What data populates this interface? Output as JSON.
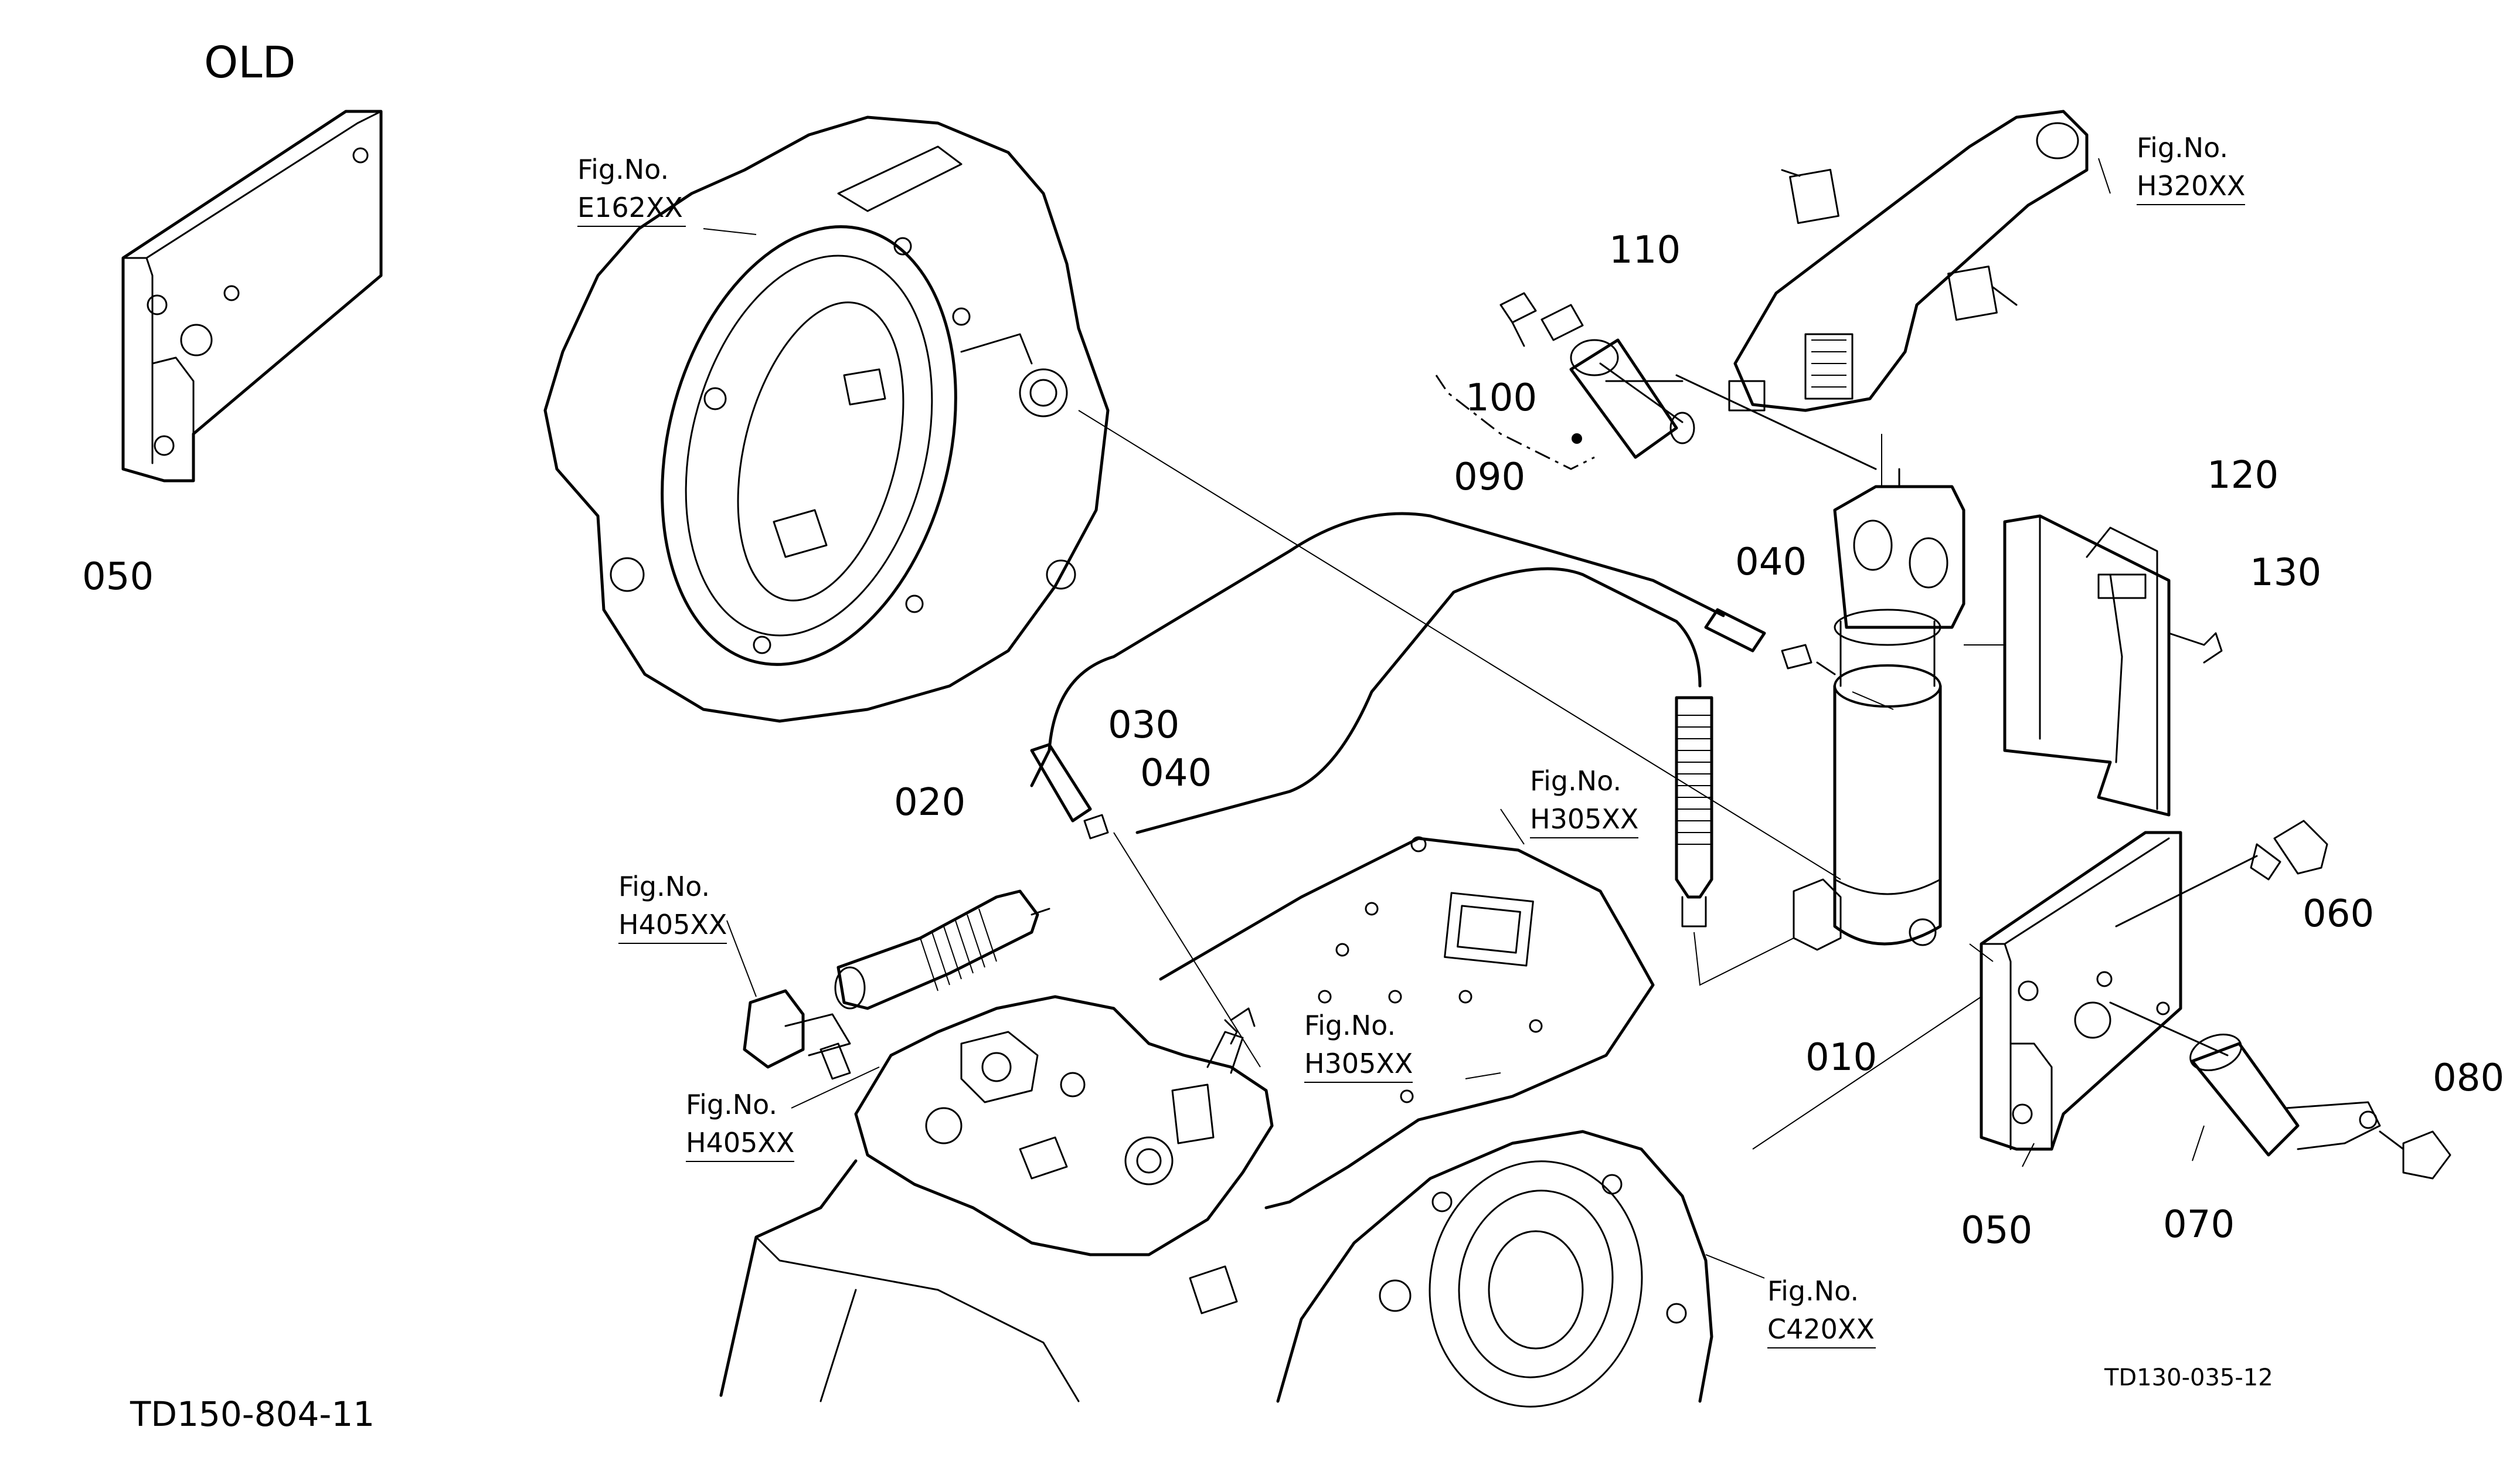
{
  "diagram": {
    "title_old": "OLD",
    "code_bottom_left": "TD150-804-11",
    "code_bottom_right": "TD130-035-12",
    "parts": {
      "p010": "010",
      "p020": "020",
      "p030": "030",
      "p040_upper": "040",
      "p040_lower": "040",
      "p050_old": "050",
      "p050_new": "050",
      "p060": "060",
      "p070": "070",
      "p080": "080",
      "p090": "090",
      "p100": "100",
      "p110": "110",
      "p120": "120",
      "p130": "130"
    },
    "fig_refs": [
      {
        "label": "Fig.No.",
        "code": "E162XX"
      },
      {
        "label": "Fig.No.",
        "code": "H320XX"
      },
      {
        "label": "Fig.No.",
        "code": "H305XX"
      },
      {
        "label": "Fig.No.",
        "code": "H405XX"
      },
      {
        "label": "Fig.No.",
        "code": "H305XX"
      },
      {
        "label": "Fig.No.",
        "code": "H405XX"
      },
      {
        "label": "Fig.No.",
        "code": "C420XX"
      }
    ]
  }
}
